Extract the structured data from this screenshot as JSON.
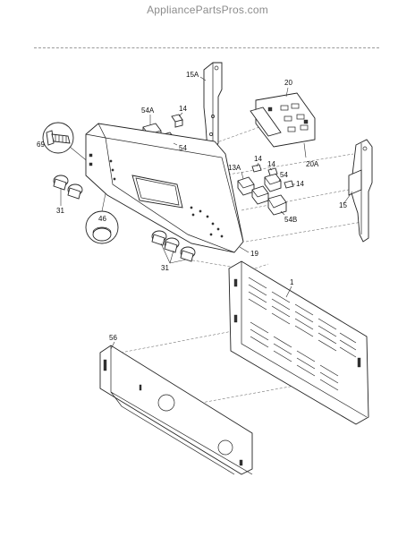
{
  "site": {
    "watermark": "AppliancePartsPros.com"
  },
  "diagram": {
    "callouts": {
      "c15A": "15A",
      "c20": "20",
      "c20A": "20A",
      "c54A": "54A",
      "c14a": "14",
      "c54a": "54",
      "c69": "69",
      "c13A": "13A",
      "c14b": "14",
      "c14c": "14",
      "c54b": "54",
      "c14d": "14",
      "c15": "15",
      "c54B": "54B",
      "c31a": "31",
      "c46": "46",
      "c31b": "31",
      "c19": "19",
      "c1": "1",
      "c56": "56"
    }
  }
}
